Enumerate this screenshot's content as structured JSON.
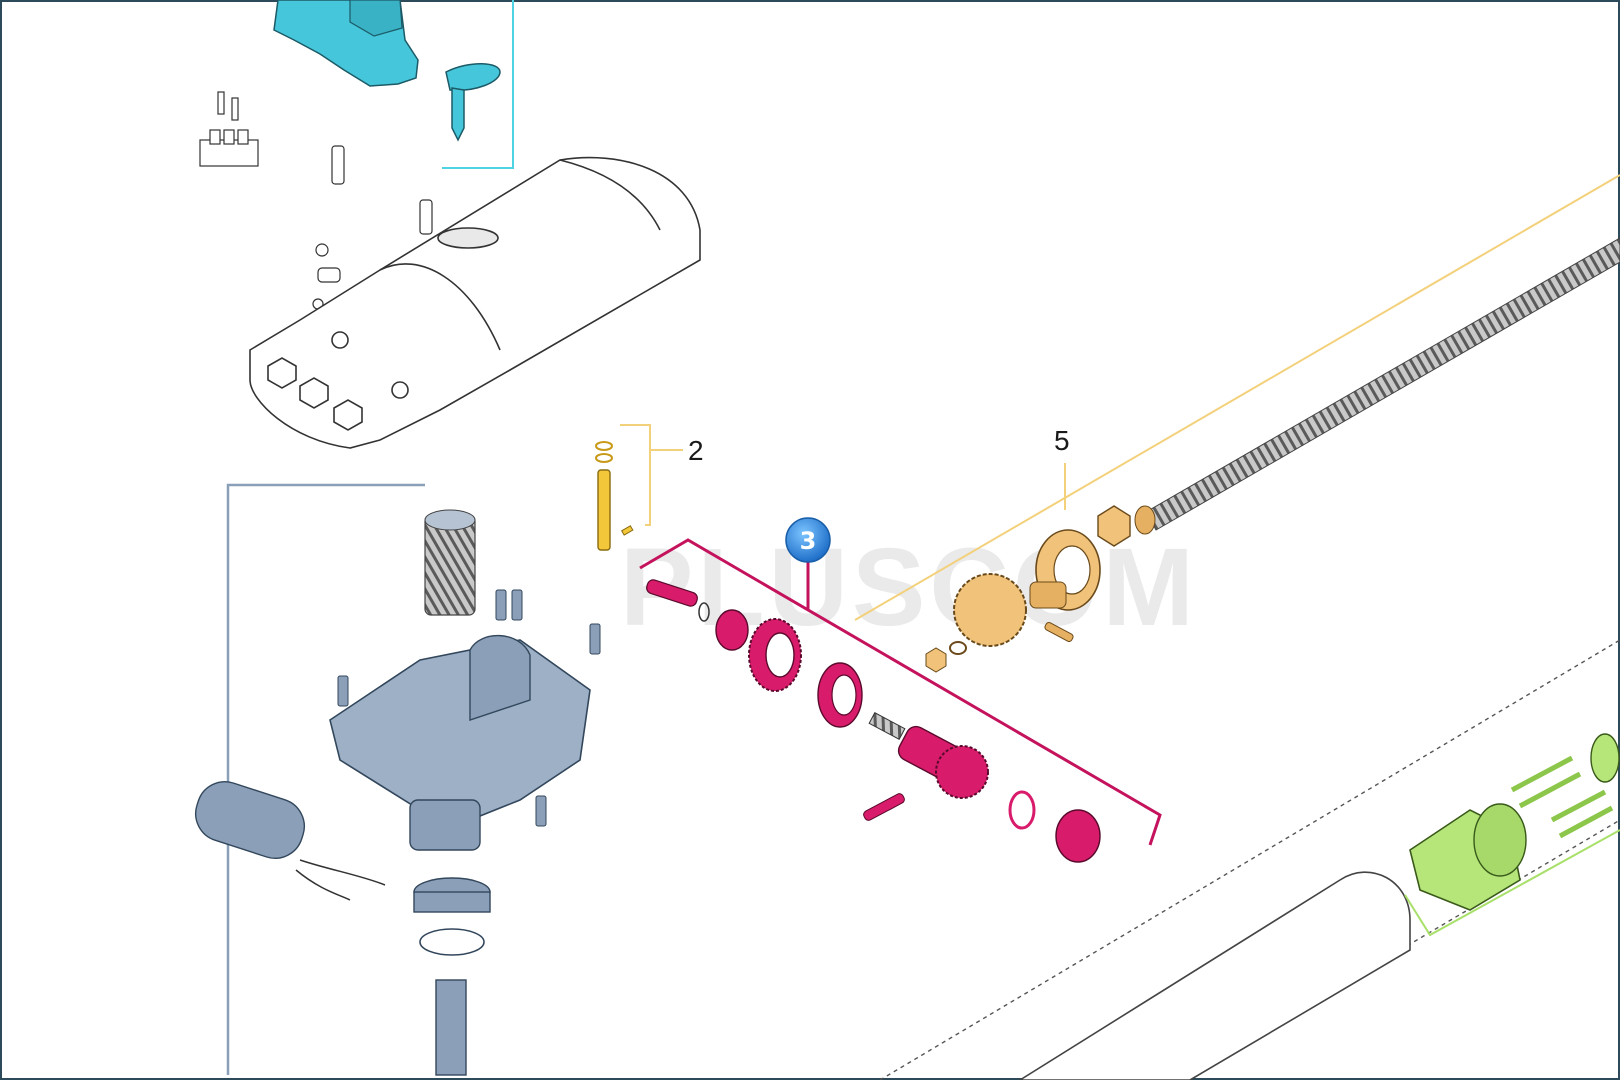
{
  "diagram": {
    "watermark": "PLUSCOM",
    "callouts": {
      "group_2": "2",
      "group_3": "3",
      "group_5": "5"
    },
    "colors": {
      "frame": "#2c4a5a",
      "cyan_group": "#4fd3e3",
      "yellow_group": "#f3d07a",
      "magenta_group": "#c4135c",
      "gray_group": "#8aa0b8",
      "green_group": "#a8e06a",
      "badge": "#2b8fe0"
    }
  }
}
